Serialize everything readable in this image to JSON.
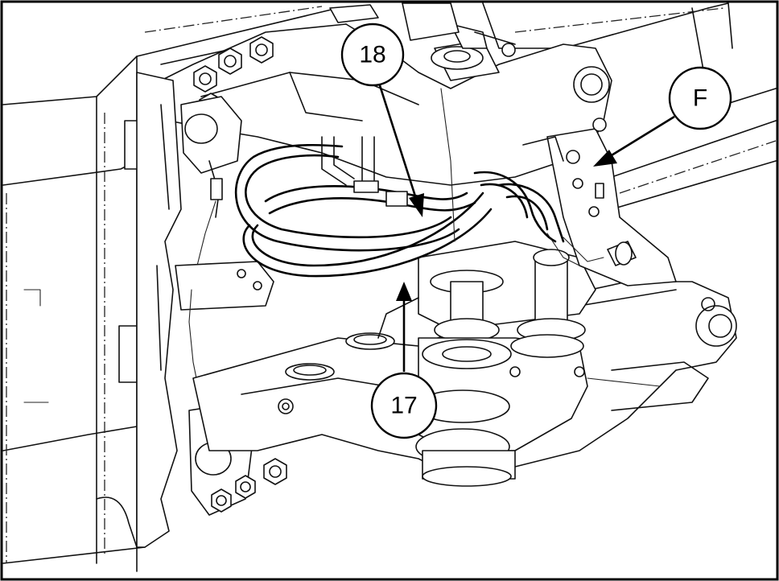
{
  "callouts": {
    "label_18": "18",
    "label_17": "17",
    "label_f": "F"
  },
  "colors": {
    "line": "#000000",
    "background": "#ffffff"
  }
}
